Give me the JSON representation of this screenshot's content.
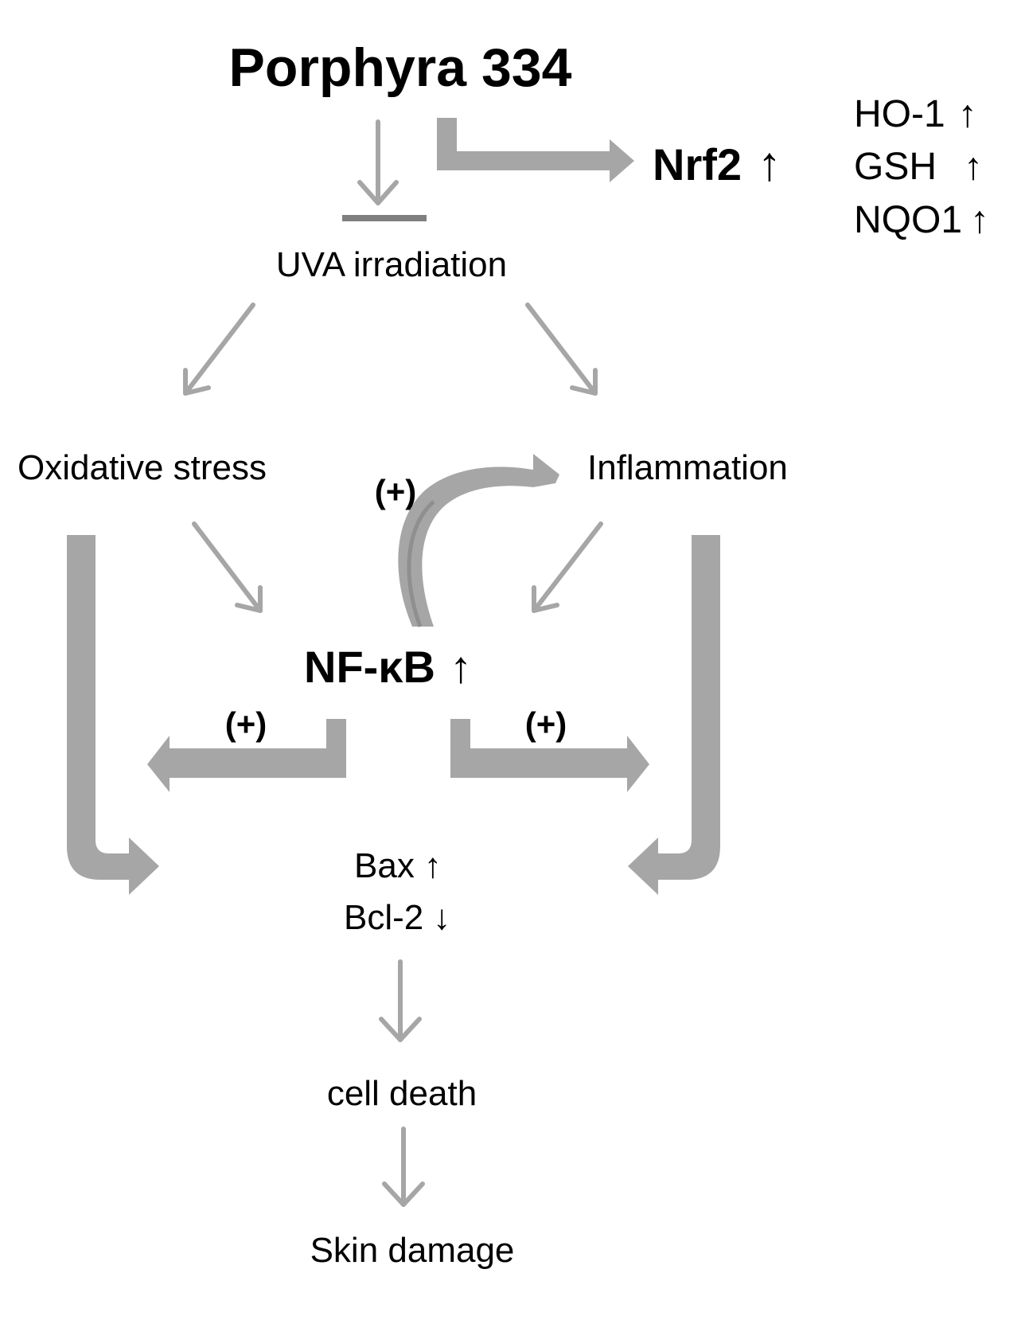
{
  "diagram": {
    "source": "Porphyra 334",
    "nrf2": "Nrf2",
    "targets": [
      "HO-1",
      "GSH",
      "NQO1"
    ],
    "uva": "UVA irradiation",
    "oxidative": "Oxidative stress",
    "inflammation": "Inflammation",
    "nfkb": "NF-κB",
    "plus": "(+)",
    "bax": "Bax",
    "bcl2": "Bcl-2",
    "cell_death": "cell death",
    "skin_damage": "Skin damage",
    "up_arrow": "↑",
    "down_arrow": "↓"
  },
  "colors": {
    "arrow": "#a6a6a6",
    "inhibit_bar": "#7f7f7f",
    "text": "#000000"
  }
}
